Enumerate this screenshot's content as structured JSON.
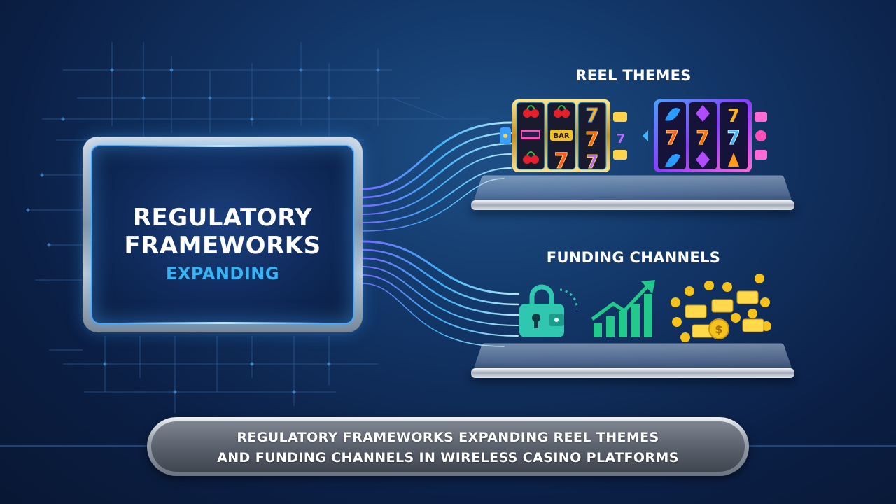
{
  "main_panel": {
    "title_line1": "REGULATORY",
    "title_line2": "FRAMEWORKS",
    "subtitle": "EXPANDING"
  },
  "sections": {
    "reel_themes": {
      "heading": "REEL THEMES"
    },
    "funding_channels": {
      "heading": "FUNDING CHANNELS"
    }
  },
  "slot_machines": [
    {
      "reels": [
        [
          "cherry",
          "cherry",
          "seven-blue"
        ],
        [
          "bar-pink",
          "bar",
          "seven"
        ],
        [
          "cherry",
          "seven",
          "seven-purple"
        ]
      ]
    },
    {
      "reels": [
        [
          "leaf",
          "diamond-purple",
          "seven-yellow"
        ],
        [
          "seven",
          "seven",
          "seven-blue"
        ],
        [
          "leaf",
          "diamond-purple",
          "gem-orange"
        ]
      ]
    }
  ],
  "slot_labels": {
    "bar": "BAR",
    "seven": "7"
  },
  "funding_icons": [
    "wallet-lock-icon",
    "growth-chart-icon",
    "coins-cards-icon"
  ],
  "banner": {
    "line1": "REGULATORY FRAMEWORKS EXPANDING REEL THEMES",
    "line2": "AND FUNDING CHANNELS IN WIRELESS CASINO PLATFORMS"
  },
  "colors": {
    "accent_blue": "#37b4f5",
    "wallet_teal": "#2fc7b0",
    "chart_green": "#22c98a",
    "coin_gold": "#f5c21b"
  }
}
